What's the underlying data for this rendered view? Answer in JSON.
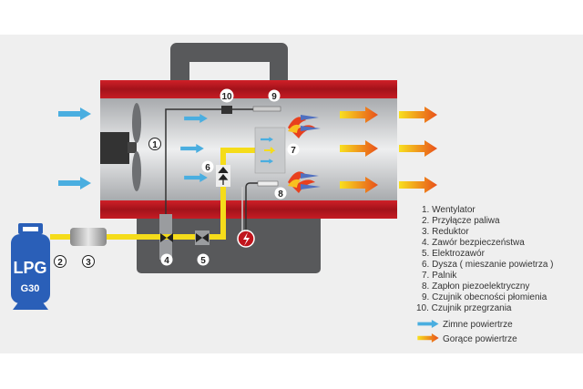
{
  "cylinder": {
    "line1": "LPG",
    "line2": "G30"
  },
  "callouts": [
    "1",
    "2",
    "3",
    "4",
    "5",
    "6",
    "7",
    "8",
    "9",
    "10"
  ],
  "legend": {
    "items": [
      "1. Wentylator",
      "2. Przyłącze paliwa",
      "3. Reduktor",
      "4. Zawór bezpieczeństwa",
      "5. Elektrozawór",
      "6. Dysza ( mieszanie powietrza )",
      "7. Palnik",
      "8. Zapłon piezoelektryczny",
      "9. Czujnik obecności płomienia",
      "10. Czujnik przegrzania"
    ],
    "cold_air": "Zimne powiertrze",
    "hot_air": "Gorące powiertrze"
  },
  "colors": {
    "housing_red": "#b3141c",
    "gas_yellow": "#f5dc1a",
    "cold_arrow": "#4aaee0",
    "hot_arrow": "#f07a1a",
    "cylinder_blue": "#2a5fb8"
  }
}
